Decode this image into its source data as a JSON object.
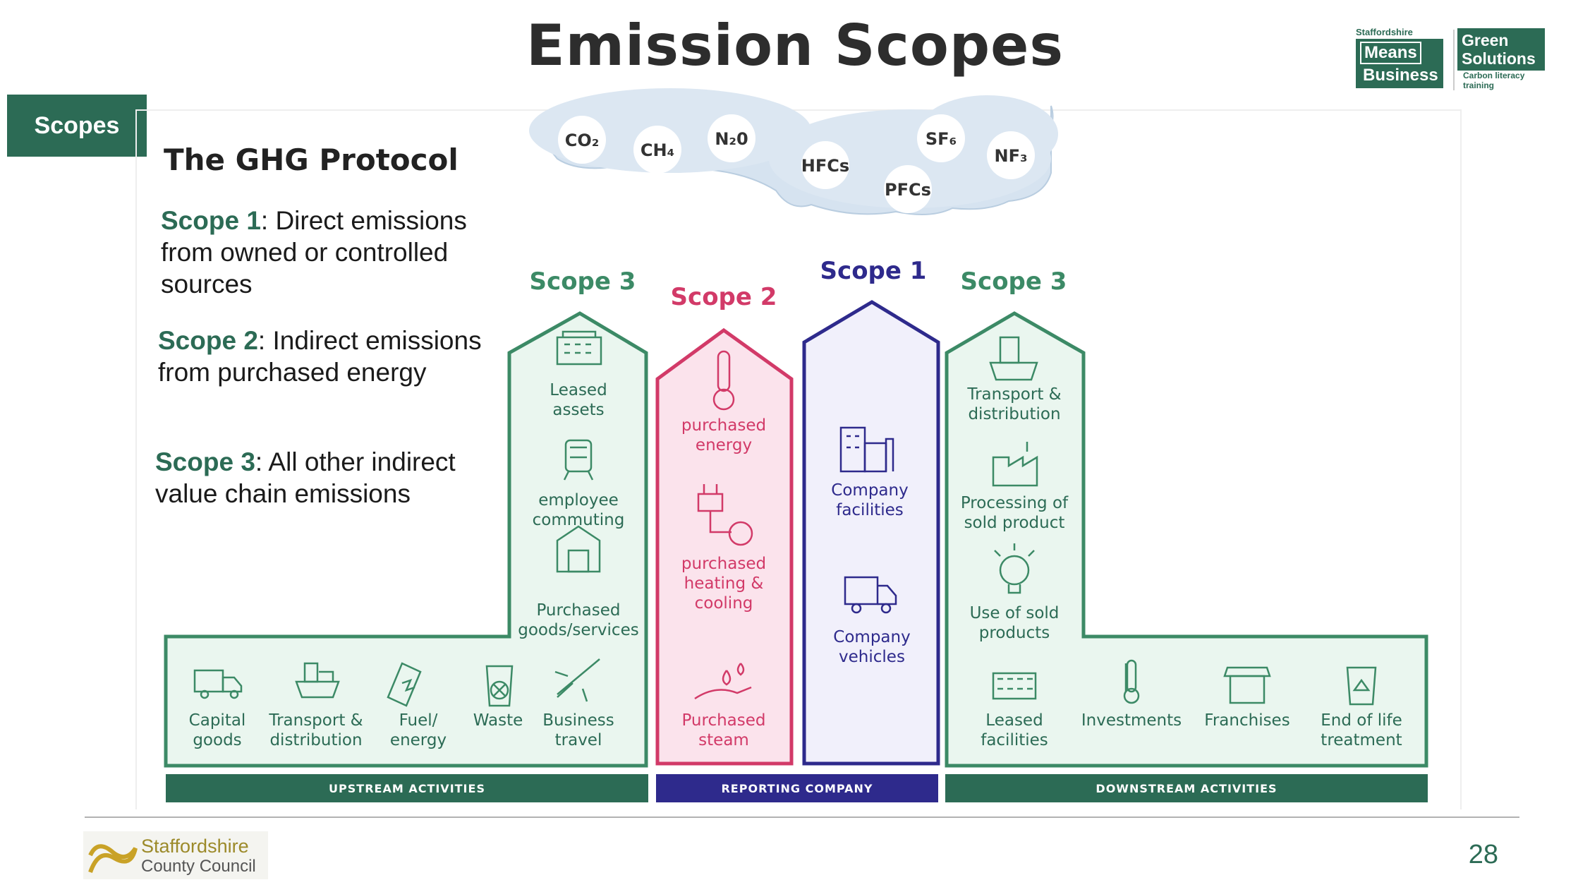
{
  "title": "Emission Scopes",
  "section_tag": "Scopes",
  "protocol_heading": "The GHG Protocol",
  "definitions": [
    {
      "scope": "Scope 1",
      "text": ": Direct emissions from owned or controlled sources"
    },
    {
      "scope": "Scope 2",
      "text": ": Indirect emissions from purchased energy"
    },
    {
      "scope": "Scope 3",
      "text": ": All other indirect value chain emissions"
    }
  ],
  "logo": {
    "top": "Staffordshire",
    "means": "Means",
    "business": "Business",
    "green": "Green",
    "solutions": "Solutions",
    "sub1": "Carbon literacy",
    "sub2": "training"
  },
  "gases": {
    "co2": "CO₂",
    "ch4": "CH₄",
    "n2o": "N₂0",
    "hfcs": "HFCs",
    "pfcs": "PFCs",
    "sf6": "SF₆",
    "nf3": "NF₃"
  },
  "columns": {
    "scope3_up": "Scope 3",
    "scope2": "Scope 2",
    "scope1": "Scope 1",
    "scope3_down": "Scope 3"
  },
  "labels": {
    "leased_assets": [
      "Leased",
      "assets"
    ],
    "employee_commuting": [
      "employee",
      "commuting"
    ],
    "purchased_goods": [
      "Purchased",
      "goods/services"
    ],
    "capital_goods": [
      "Capital",
      "goods"
    ],
    "transport_up": [
      "Transport &",
      "distribution"
    ],
    "fuel_energy": [
      "Fuel/",
      "energy"
    ],
    "waste": [
      "Waste"
    ],
    "business_travel": [
      "Business",
      "travel"
    ],
    "purchased_energy": [
      "purchased",
      "energy"
    ],
    "purchased_heating": [
      "purchased",
      "heating &",
      "cooling"
    ],
    "purchased_steam": [
      "Purchased",
      "steam"
    ],
    "company_facilities": [
      "Company",
      "facilities"
    ],
    "company_vehicles": [
      "Company",
      "vehicles"
    ],
    "transport_down": [
      "Transport &",
      "distribution"
    ],
    "processing": [
      "Processing of",
      "sold product"
    ],
    "use_sold": [
      "Use of sold",
      "products"
    ],
    "leased_facilities": [
      "Leased",
      "facilities"
    ],
    "investments": [
      "Investments"
    ],
    "franchises": [
      "Franchises"
    ],
    "end_of_life": [
      "End of life",
      "treatment"
    ]
  },
  "bars": {
    "upstream": "UPSTREAM ACTIVITIES",
    "reporting": "REPORTING COMPANY",
    "downstream": "DOWNSTREAM ACTIVITIES"
  },
  "footer": {
    "council_line1": "Staffordshire",
    "council_line2": "County Council",
    "page_number": "28"
  },
  "colors": {
    "green": "#2c6b55",
    "pink": "#d23a68",
    "navy": "#2e2a8c",
    "pink_fill": "#fbe3ec",
    "green_fill": "#eaf6ef",
    "navy_fill": "#f1f0fb"
  }
}
